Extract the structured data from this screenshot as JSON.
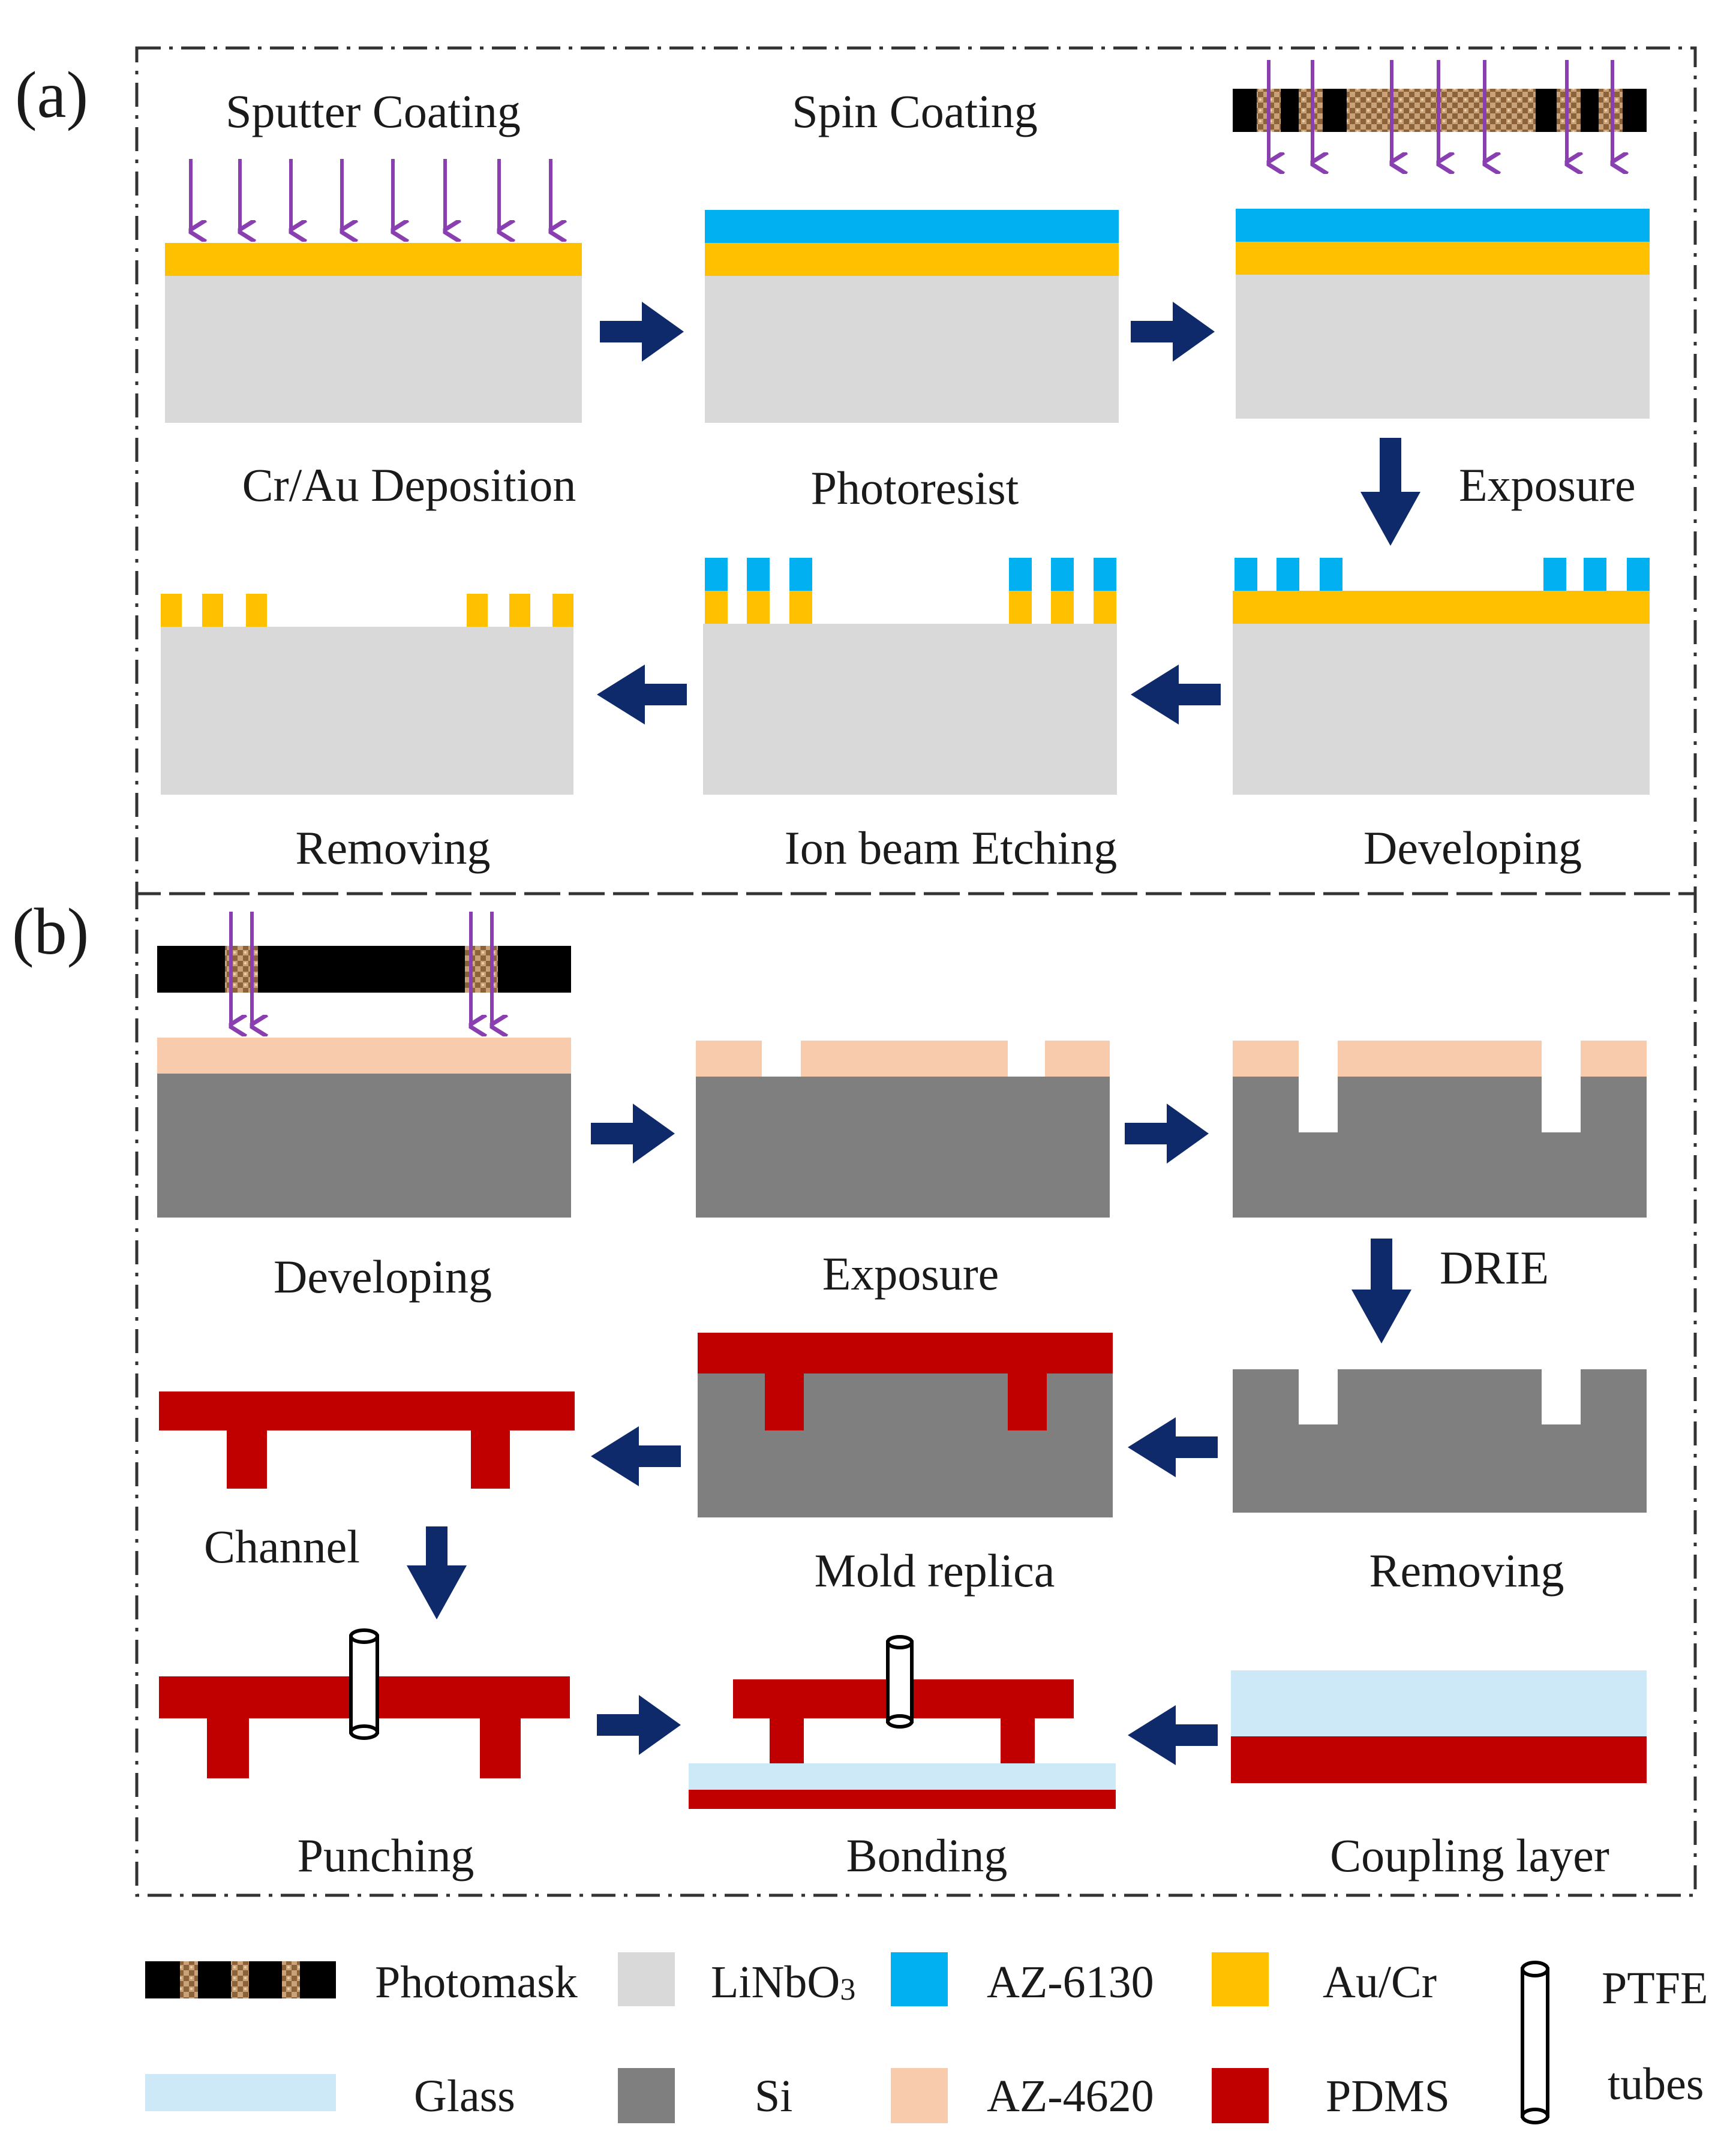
{
  "colors": {
    "linbo3": "#d9d9d9",
    "si": "#7f7f7f",
    "au_cr": "#ffc000",
    "az6130": "#00b0f0",
    "az4620": "#f8cbad",
    "pdms": "#c00000",
    "glass": "#cde9f8",
    "arrow": "#0f2a6b",
    "uv": "#8a3fb0",
    "mask": "#000000",
    "mask_pattern": "#b08a5a",
    "frame": "#333333"
  },
  "panel_a": {
    "tag": "(a)",
    "steps": [
      {
        "top": "Sputter Coating",
        "bottom": "Cr/Au Deposition"
      },
      {
        "top": "Spin Coating",
        "bottom": "Photoresist"
      },
      {
        "side": "Exposure"
      },
      {
        "bottom": "Developing"
      },
      {
        "bottom": "Ion beam Etching"
      },
      {
        "bottom": "Removing"
      }
    ]
  },
  "panel_b": {
    "tag": "(b)",
    "steps": [
      {
        "bottom": "Developing"
      },
      {
        "bottom": "Exposure"
      },
      {
        "side": "DRIE"
      },
      {
        "bottom": "Removing"
      },
      {
        "bottom": "Mold replica"
      },
      {
        "side": "Channel"
      },
      {
        "bottom": "Punching"
      },
      {
        "bottom": "Bonding"
      },
      {
        "bottom": "Coupling layer"
      }
    ]
  },
  "legend": [
    {
      "icon": "photomask-swatch",
      "label": "Photomask"
    },
    {
      "icon": "linbo3-swatch",
      "label": "LiNbO",
      "sub": "3"
    },
    {
      "icon": "az6130-swatch",
      "label": "AZ-6130"
    },
    {
      "icon": "au-cr-swatch",
      "label": "Au/Cr"
    },
    {
      "icon": "ptfe-tube-icon",
      "label": "PTFE",
      "label2": "tubes"
    },
    {
      "icon": "glass-swatch",
      "label": "Glass"
    },
    {
      "icon": "si-swatch",
      "label": "Si"
    },
    {
      "icon": "az4620-swatch",
      "label": "AZ-4620"
    },
    {
      "icon": "pdms-swatch",
      "label": "PDMS"
    }
  ]
}
